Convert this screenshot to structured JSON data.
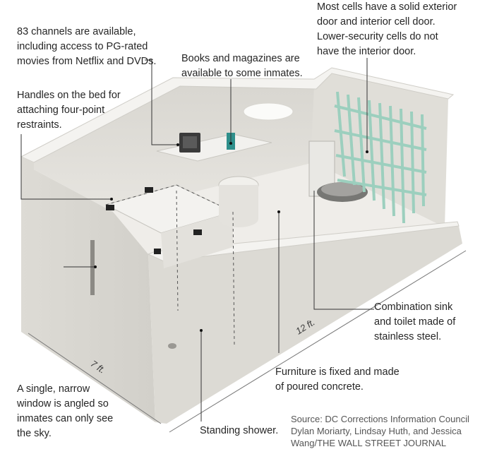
{
  "annotations": {
    "channels": [
      "83 channels are available,",
      "including access to PG-rated",
      "movies from Netflix and DVDs."
    ],
    "books": [
      "Books and magazines are",
      "available to some inmates."
    ],
    "doors": [
      "Most cells have a solid exterior",
      "door and interior cell door.",
      "Lower-security cells do not",
      "have the interior door."
    ],
    "handles": [
      "Handles on the bed for",
      "attaching four-point",
      "restraints."
    ],
    "sink": [
      "Combination sink",
      "and toilet made of",
      "stainless steel."
    ],
    "window": [
      "A single, narrow",
      "window is angled so",
      "inmates can only see",
      "the sky."
    ],
    "furniture": [
      "Furniture is fixed and made",
      "of poured concrete."
    ],
    "shower": [
      "Standing shower."
    ]
  },
  "dimensions": {
    "length": "12 ft.",
    "width": "7 ft."
  },
  "source": [
    "Source: DC Corrections Information Council",
    "Dylan Moriarty, Lindsay Huth, and Jessica",
    "Wang/THE WALL STREET JOURNAL"
  ],
  "colors": {
    "bars": "#9ccfbe",
    "wall": "#e6e4df",
    "floor": "#efede9",
    "leader": "#333333"
  }
}
